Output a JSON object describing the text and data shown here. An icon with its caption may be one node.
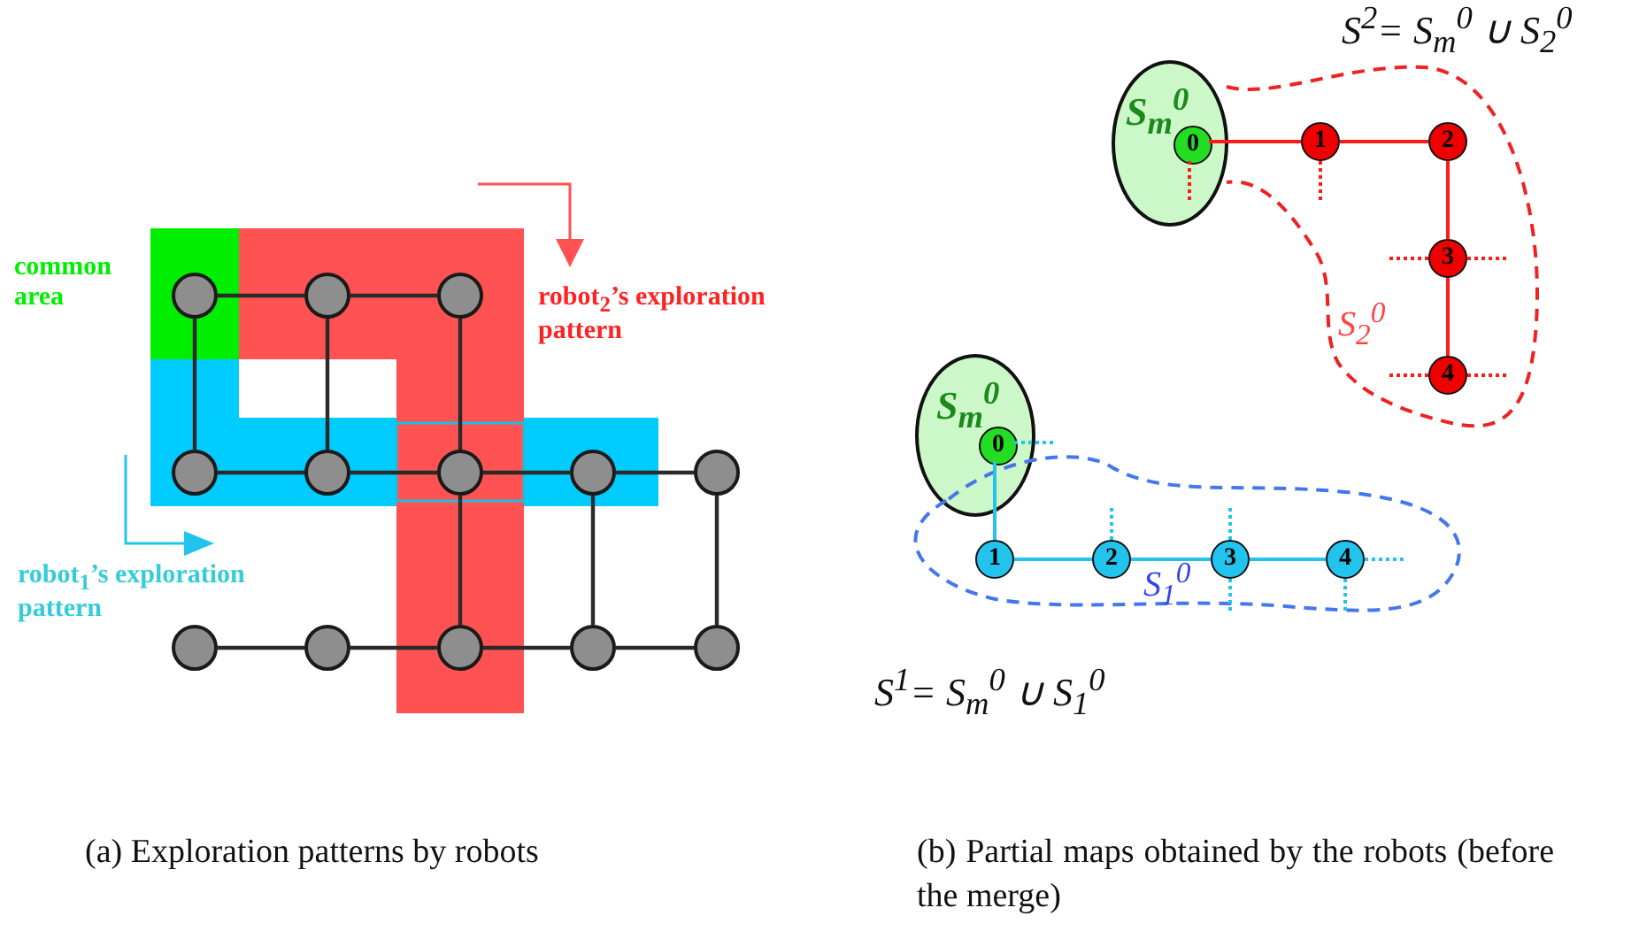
{
  "diagram": {
    "nodes": [
      {
        "text": [],
        "shape": "circle"
      },
      {
        "text": [],
        "shape": "circle"
      },
      {
        "text": [],
        "shape": "circle"
      },
      {
        "text": [],
        "shape": "circle"
      },
      {
        "text": [],
        "shape": "circle"
      },
      {
        "text": [],
        "shape": "circle"
      },
      {
        "text": [],
        "shape": "circle"
      },
      {
        "text": [],
        "shape": "circle"
      },
      {
        "text": [],
        "shape": "circle"
      },
      {
        "text": [],
        "shape": "circle"
      },
      {
        "text": [],
        "shape": "circle"
      },
      {
        "text": [],
        "shape": "circle"
      },
      {
        "text": [],
        "shape": "circle"
      },
      {
        "text": [
          "S$_{m}$$^{0}$"
        ]
      },
      {
        "text": [
          "0"
        ],
        "in": 13
      },
      {
        "text": [
          "S$_{2}$$^{0}$"
        ]
      },
      {
        "text": [
          "1"
        ],
        "in": 15
      },
      {
        "text": [
          "2"
        ],
        "in": 15
      },
      {
        "text": [
          "3"
        ],
        "in": 15
      },
      {
        "text": [
          "4"
        ],
        "in": 15
      },
      {
        "text": [
          "S$_{m}$$^{0}$"
        ]
      },
      {
        "text": [
          "0"
        ],
        "in": 20
      },
      {
        "text": [
          "S$_{1}$$^{0}$"
        ]
      },
      {
        "text": [
          "1"
        ],
        "in": 22
      },
      {
        "text": [
          "2"
        ],
        "in": 22
      },
      {
        "text": [
          "3"
        ],
        "in": 22
      },
      {
        "text": [
          "4"
        ],
        "in": 22
      }
    ],
    "edges": [
      {
        "from": 0,
        "to": 1,
        "arrow": "none"
      },
      {
        "from": 1,
        "to": 2,
        "arrow": "none"
      },
      {
        "from": 0,
        "to": 3,
        "arrow": "none"
      },
      {
        "from": 1,
        "to": 4,
        "arrow": "none"
      },
      {
        "from": 2,
        "to": 5,
        "arrow": "none"
      },
      {
        "from": 3,
        "to": 4,
        "arrow": "none"
      },
      {
        "from": 4,
        "to": 5,
        "arrow": "none"
      },
      {
        "from": 5,
        "to": 6,
        "arrow": "none"
      },
      {
        "from": 6,
        "to": 7,
        "arrow": "none"
      },
      {
        "from": 5,
        "to": 10,
        "arrow": "none"
      },
      {
        "from": 6,
        "to": 11,
        "arrow": "none"
      },
      {
        "from": 7,
        "to": 12,
        "arrow": "none"
      },
      {
        "from": 8,
        "to": 9,
        "arrow": "none"
      },
      {
        "from": 9,
        "to": 10,
        "arrow": "none"
      },
      {
        "from": 10,
        "to": 11,
        "arrow": "none"
      },
      {
        "from": 11,
        "to": 12,
        "arrow": "none"
      },
      {
        "from": 14,
        "to": 16,
        "arrow": "none",
        "color": "#ff1a1a"
      },
      {
        "from": 16,
        "to": 17,
        "arrow": "none",
        "color": "#ff1a1a"
      },
      {
        "from": 17,
        "to": 18,
        "arrow": "none",
        "color": "#ff1a1a"
      },
      {
        "from": 18,
        "to": 19,
        "arrow": "none",
        "color": "#ff1a1a"
      },
      {
        "from": 14,
        "to": null,
        "arrow": "none",
        "style": "dashed",
        "color": "#ff1a1a"
      },
      {
        "from": 16,
        "to": null,
        "arrow": "none",
        "style": "dashed",
        "color": "#ff1a1a"
      },
      {
        "from": 18,
        "to": null,
        "arrow": "none",
        "style": "dashed",
        "color": "#ff1a1a"
      },
      {
        "from": 18,
        "to": null,
        "arrow": "none",
        "style": "dashed",
        "color": "#ff1a1a"
      },
      {
        "from": 19,
        "to": null,
        "arrow": "none",
        "style": "dashed",
        "color": "#ff1a1a"
      },
      {
        "from": 19,
        "to": null,
        "arrow": "none",
        "style": "dashed",
        "color": "#ff1a1a"
      },
      {
        "from": 21,
        "to": 23,
        "arrow": "none",
        "color": "#22c4ee"
      },
      {
        "from": 23,
        "to": 24,
        "arrow": "none",
        "color": "#22c4ee"
      },
      {
        "from": 24,
        "to": 25,
        "arrow": "none",
        "color": "#22c4ee"
      },
      {
        "from": 25,
        "to": 26,
        "arrow": "none",
        "color": "#22c4ee"
      },
      {
        "from": 21,
        "to": null,
        "arrow": "none",
        "style": "dashed",
        "color": "#22c4ee"
      },
      {
        "from": 24,
        "to": null,
        "arrow": "none",
        "style": "dashed",
        "color": "#22c4ee"
      },
      {
        "from": 25,
        "to": null,
        "arrow": "none",
        "style": "dashed",
        "color": "#22c4ee"
      },
      {
        "from": 25,
        "to": null,
        "arrow": "none",
        "style": "dashed",
        "color": "#22c4ee"
      },
      {
        "from": 26,
        "to": null,
        "arrow": "none",
        "style": "dashed",
        "color": "#22c4ee"
      },
      {
        "from": 26,
        "to": null,
        "arrow": "none",
        "style": "dashed",
        "color": "#22c4ee"
      }
    ],
    "labels": [
      "common area",
      "robot$_{2}$’s exploration pattern",
      "robot$_{1}$’s exploration pattern",
      "S$^{2}$= S$_{m}$$^{0}$ ∪ S$_{2}$$^{0}$",
      "S$^{1}$= S$_{m}$$^{0}$ ∪ S$_{1}$$^{0}$",
      "(a) Exploration patterns by robots",
      "(b) Partial maps obtained by the robots (before the merge)"
    ]
  }
}
